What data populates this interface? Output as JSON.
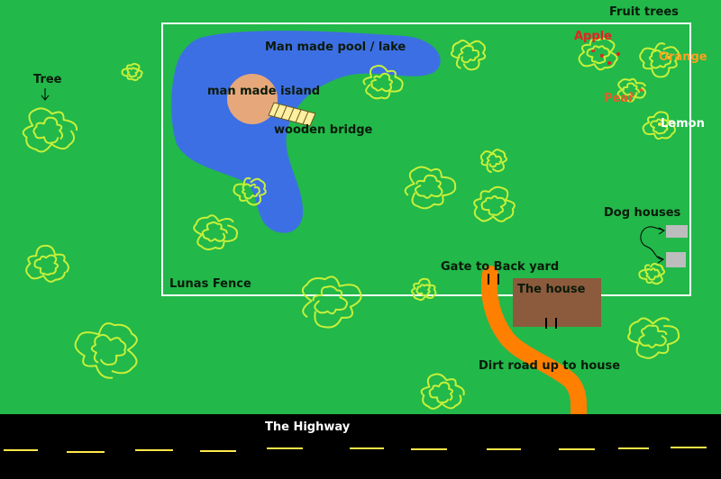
{
  "colors": {
    "grass": "#22b84a",
    "pool": "#3d6fe4",
    "island": "#e6a87a",
    "fence": "#ffffff",
    "house": "#8c5a3c",
    "dirt_road": "#ff8000",
    "highway": "#000000",
    "lane_marking": "#ffe84a",
    "tree_scribble": "#c6f03a",
    "dog_house": "#bdbdbd",
    "bridge": "#fdf0a0",
    "apple_label": "#e82020",
    "orange_label": "#ffa020",
    "pear_label": "#e85a2a"
  },
  "labels": {
    "fruit_trees": "Fruit trees",
    "apple": "Apple",
    "orange": "Orange",
    "pear": "Pear",
    "lemon": "Lemon",
    "pool": "Man made pool / lake",
    "island": "man made island",
    "bridge": "wooden bridge",
    "tree": "Tree",
    "dog_houses": "Dog houses",
    "gate": "Gate to Back yard",
    "fence": "Lunas Fence",
    "house": "The house",
    "dirt_road": "Dirt road up to house",
    "highway": "The Highway"
  },
  "icons": {
    "tree_pointer": "down-arrow-icon",
    "dog_house_pointer": "curved-arrow-icon"
  }
}
